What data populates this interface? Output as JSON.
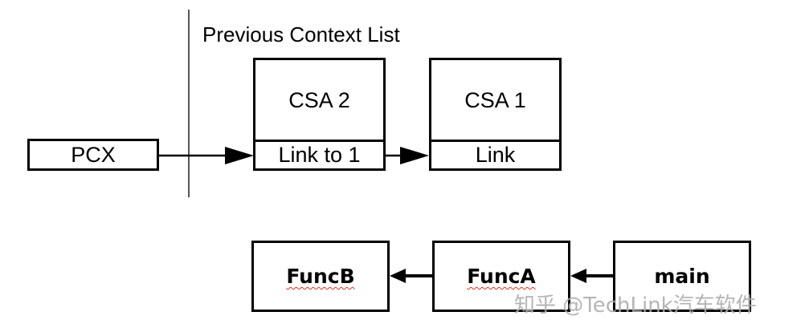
{
  "upper": {
    "list_title": "Previous Context List",
    "pcx_label": "PCX",
    "csa2": {
      "title": "CSA 2",
      "link": "Link to 1"
    },
    "csa1": {
      "title": "CSA 1",
      "link": "Link"
    }
  },
  "lower": {
    "boxes": [
      "FuncB",
      "FuncA",
      "main"
    ]
  },
  "watermark": "知乎 @TechLink汽车软件"
}
